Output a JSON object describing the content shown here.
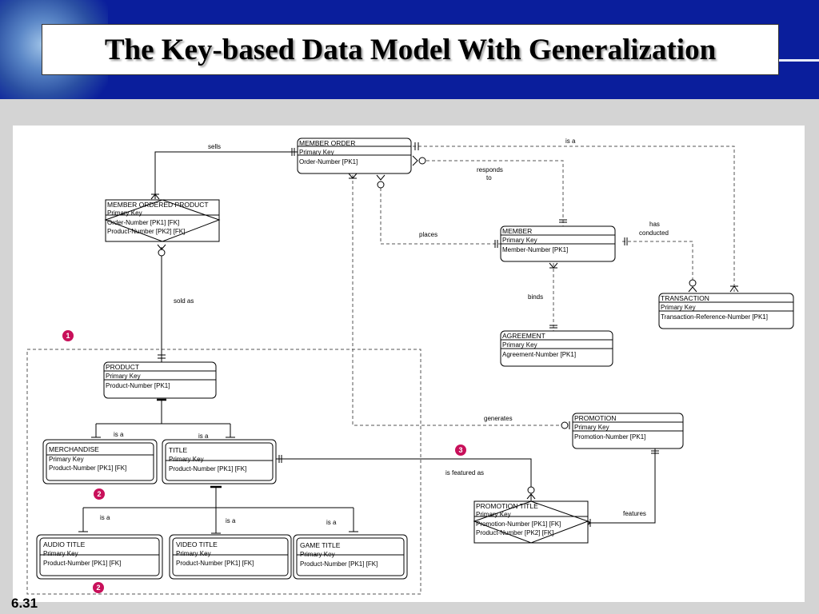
{
  "slide": {
    "title": "The Key-based Data Model With Generalization",
    "number": "6.31"
  },
  "entities": {
    "member_order": {
      "name": "MEMBER ORDER",
      "attrs": [
        "Primary Key",
        "Order-Number  [PK1]"
      ]
    },
    "member_ordered_product": {
      "name": "MEMBER ORDERED PRODUCT",
      "attrs": [
        "Primary Key",
        "Order-Number  [PK1]  [FK]",
        "Product-Number  [PK2]  [FK]"
      ]
    },
    "member": {
      "name": "MEMBER",
      "attrs": [
        "Primary Key",
        "Member-Number  [PK1]"
      ]
    },
    "transaction": {
      "name": "TRANSACTION",
      "attrs": [
        "Primary Key",
        "Transaction-Reference-Number  [PK1]"
      ]
    },
    "agreement": {
      "name": "AGREEMENT",
      "attrs": [
        "Primary Key",
        "Agreement-Number  [PK1]"
      ]
    },
    "product": {
      "name": "PRODUCT",
      "attrs": [
        "Primary Key",
        "Product-Number  [PK1]"
      ]
    },
    "merchandise": {
      "name": "MERCHANDISE",
      "attrs": [
        "Primary Key",
        "Product-Number  [PK1]  [FK]"
      ]
    },
    "title": {
      "name": "TITLE",
      "attrs": [
        "Primary Key",
        "Product-Number  [PK1]  [FK]"
      ]
    },
    "promotion": {
      "name": "PROMOTION",
      "attrs": [
        "Primary Key",
        "Promotion-Number  [PK1]"
      ]
    },
    "promotion_title": {
      "name": "PROMOTION TITLE",
      "attrs": [
        "Primary Key",
        "Promotion-Number  [PK1]  [FK]",
        "Product-Number  [PK2]  [FK]"
      ]
    },
    "audio_title": {
      "name": "AUDIO TITLE",
      "attrs": [
        "Primary Key",
        "Product-Number  [PK1]  [FK]"
      ]
    },
    "video_title": {
      "name": "VIDEO TITLE",
      "attrs": [
        "Primary Key",
        "Product-Number  [PK1]  [FK]"
      ]
    },
    "game_title": {
      "name": "GAME TITLE",
      "attrs": [
        "Primary Key",
        "Product-Number  [PK1]  [FK]"
      ]
    }
  },
  "relationships": {
    "sells": "sells",
    "is_a_transaction": "is a",
    "responds_to": [
      "responds",
      "to"
    ],
    "places": "places",
    "has_conducted": [
      "has",
      "conducted"
    ],
    "binds": "binds",
    "sold_as": "sold as",
    "generates": "generates",
    "is_featured_as": "is featured as",
    "features": "features",
    "is_a_merchandise": "is a",
    "is_a_title": "is a",
    "is_a_audio": "is a",
    "is_a_video": "is a",
    "is_a_game": "is a"
  },
  "markers": {
    "m1": "1",
    "m2a": "2",
    "m2b": "2",
    "m3": "3"
  },
  "colors": {
    "header_blue": "#0a1e9c",
    "marker_magenta": "#c8105a"
  }
}
